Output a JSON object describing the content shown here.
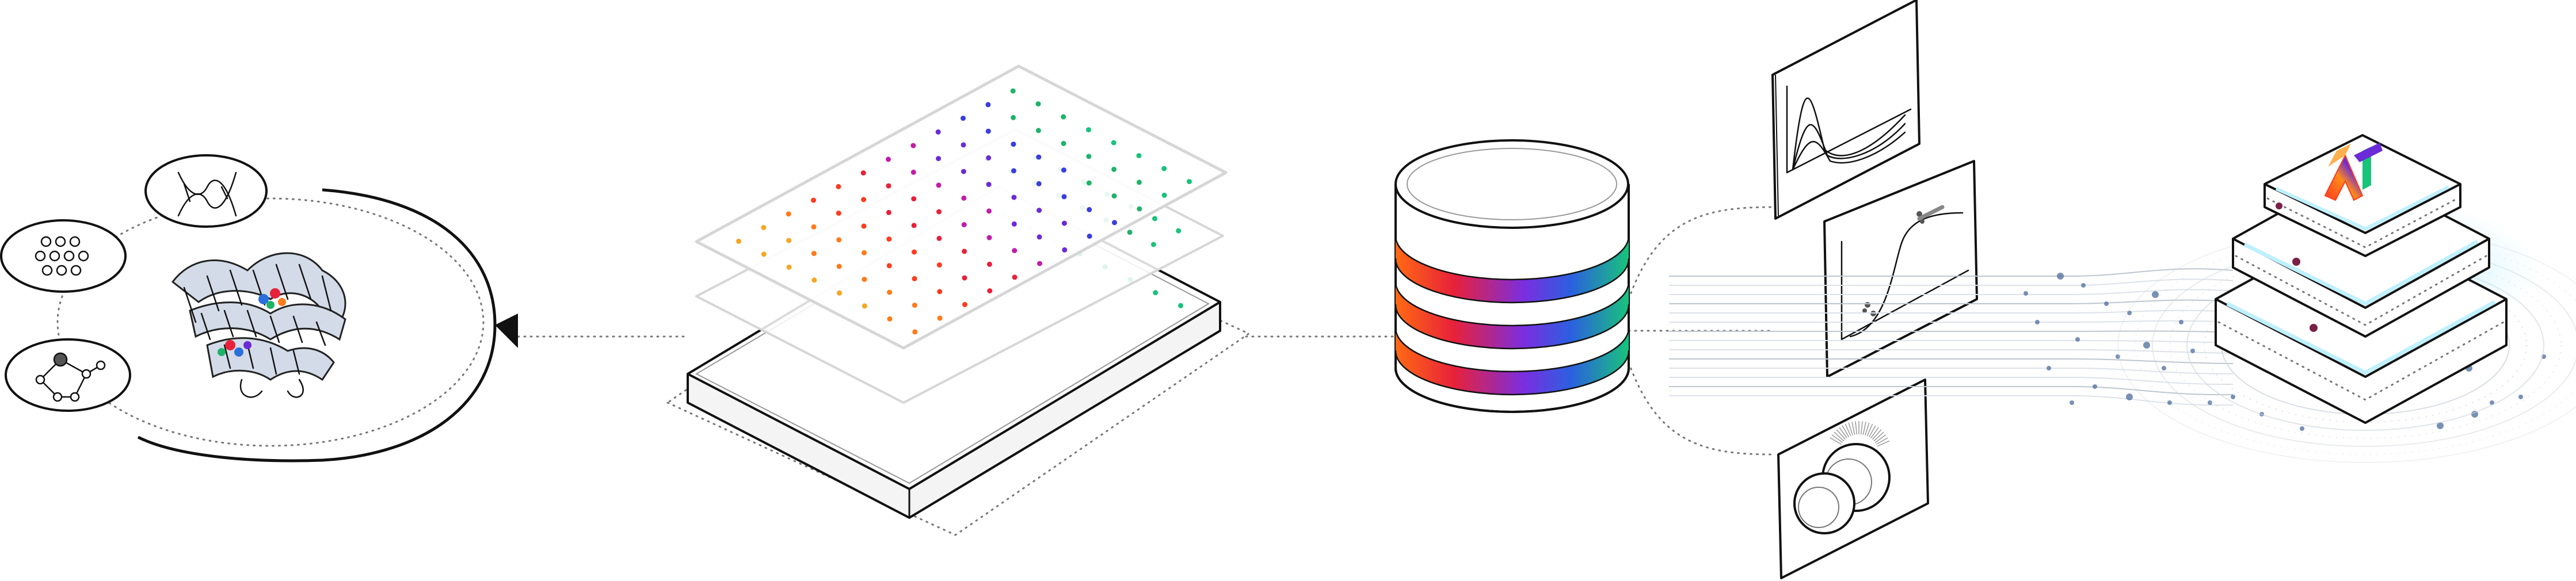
{
  "diagram": {
    "stages": [
      {
        "key": "biology",
        "icon": "protein-structure-icon"
      },
      {
        "key": "assay",
        "icon": "assay-plate-icon"
      },
      {
        "key": "data",
        "icon": "database-icon"
      },
      {
        "key": "analysis",
        "icon": "chart-panels-icon"
      },
      {
        "key": "model",
        "icon": "ai-stack-icon"
      }
    ],
    "ai_logo_text": "AI",
    "colors": {
      "dot_palette": [
        "#f5a623",
        "#ff7a1a",
        "#ff3b1f",
        "#e8213a",
        "#c21da6",
        "#6b2bd6",
        "#3a3de0",
        "#1fb36a",
        "#18c37a"
      ],
      "band_gradient": [
        "#ff6a13",
        "#e8213a",
        "#7a2ee0",
        "#2b5fe0",
        "#18c37a"
      ],
      "glow": "#bff0ff",
      "particle": "#4b6c9a"
    }
  }
}
